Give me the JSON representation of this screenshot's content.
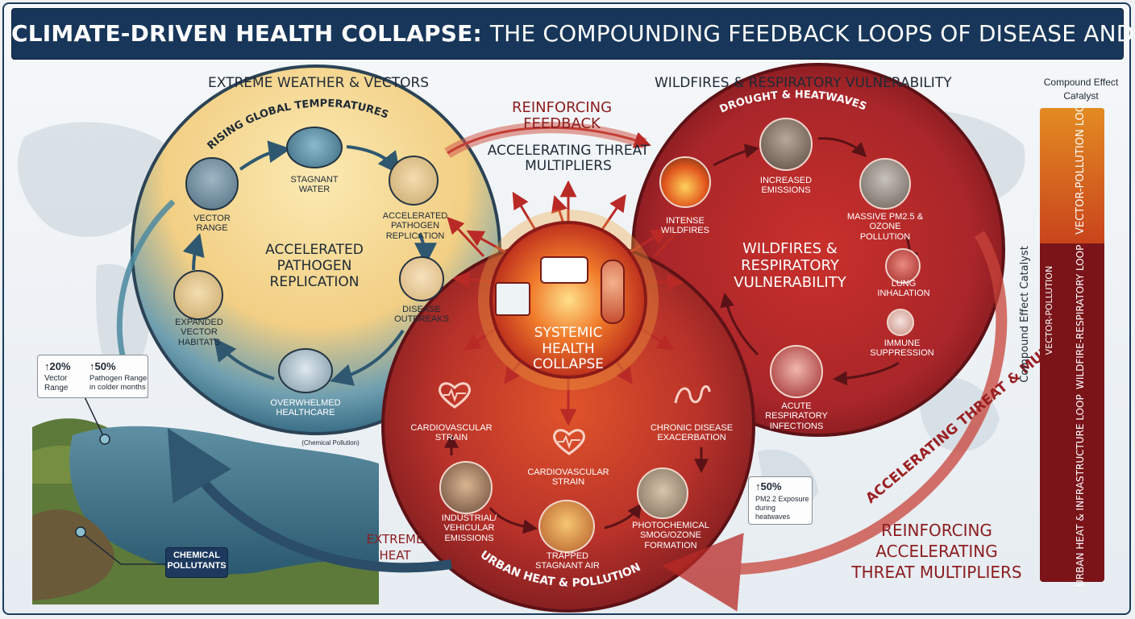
{
  "header": {
    "title_main": "CLIMATE-DRIVEN HEALTH COLLAPSE:",
    "title_sub": "THE COMPOUNDING FEEDBACK LOOPS OF DISEASE AND EXTREME WEATHER"
  },
  "left_loop": {
    "section_title": "EXTREME WEATHER & VECTORS",
    "arc_label": "RISING GLOBAL TEMPERATURES",
    "center": "ACCELERATED PATHOGEN REPLICATION",
    "nodes": {
      "stagnant_water": "STAGNANT WATER",
      "pathogen_replication": "ACCELERATED PATHOGEN REPLICATION",
      "disease_outbreaks": "DISEASE OUTBREAKS",
      "overwhelmed_healthcare": "OVERWHELMED HEALTHCARE",
      "expanded_habitats": "EXPANDED VECTOR HABITATS",
      "vector_range": "VECTOR RANGE"
    }
  },
  "right_loop": {
    "section_title": "WILDFIRES & RESPIRATORY VULNERABILITY",
    "arc_label": "DROUGHT & HEATWAVES",
    "center": "WILDFIRES & RESPIRATORY VULNERABILITY",
    "nodes": {
      "increased_emissions": "INCREASED EMISSIONS",
      "pm_ozone": "MASSIVE PM2.5 & OZONE POLLUTION",
      "lung_inhalation": "LUNG INHALATION",
      "immune_suppression": "IMMUNE SUPPRESSION",
      "acute_respiratory": "ACUTE RESPIRATORY INFECTIONS",
      "intense_wildfires": "INTENSE WILDFIRES"
    }
  },
  "bottom_loop": {
    "arc_label": "URBAN HEAT & POLLUTION",
    "nodes": {
      "cardio_left": "CARDIOVASCULAR STRAIN",
      "cardio_center": "CARDIOVASCULAR STRAIN",
      "chronic": "CHRONIC DISEASE EXACERBATION",
      "industrial": "INDUSTRIAL/ VEHICULAR EMISSIONS",
      "trapped_air": "TRAPPED STAGNANT AIR",
      "smog": "PHOTOCHEMICAL SMOG/OZONE FORMATION"
    },
    "chemical_note": "(Chemical Pollution)"
  },
  "core": {
    "label": "SYSTEMIC HEALTH COLLAPSE"
  },
  "top_labels": {
    "reinforcing": "REINFORCING FEEDBACK",
    "accelerating": "ACCELERATING THREAT MULTIPLIERS"
  },
  "stats": {
    "left": {
      "v1": "↑20%",
      "l1": "Vector Range",
      "v2": "↑50%",
      "l2": "Pathogen Range in colder months"
    },
    "right": {
      "v1": "↑50%",
      "l1": "PM2.2 Exposure during heatwaves"
    }
  },
  "misc": {
    "extreme_heat": "EXTREME HEAT",
    "chemical_pollutants": "CHEMICAL POLLUTANTS",
    "accelerating_curve": "ACCELERATING THREAT & MULTIPLIERS",
    "bottom_right": "REINFORCING ACCELERATING THREAT MULTIPLIERS"
  },
  "sidebar": {
    "header": "Compound Effect Catalyst",
    "vertical_label": "Compound Effect Catalyst",
    "loop1": "VECTOR-POLLUTION LOOP",
    "loop2": "WILDFIRE-RESPIRATORY LOOP",
    "loop3": "URBAN HEAT & INFRASTRUCTURE LOOP",
    "side_loop1": "VECTOR-POLLUTION"
  },
  "colors": {
    "navy": "#173659",
    "left_loop_top": "#f6d488",
    "left_loop_bottom": "#1f5672",
    "red_loop": "#8e1f22",
    "core": "#d2401a",
    "orange": "#e38b22"
  }
}
